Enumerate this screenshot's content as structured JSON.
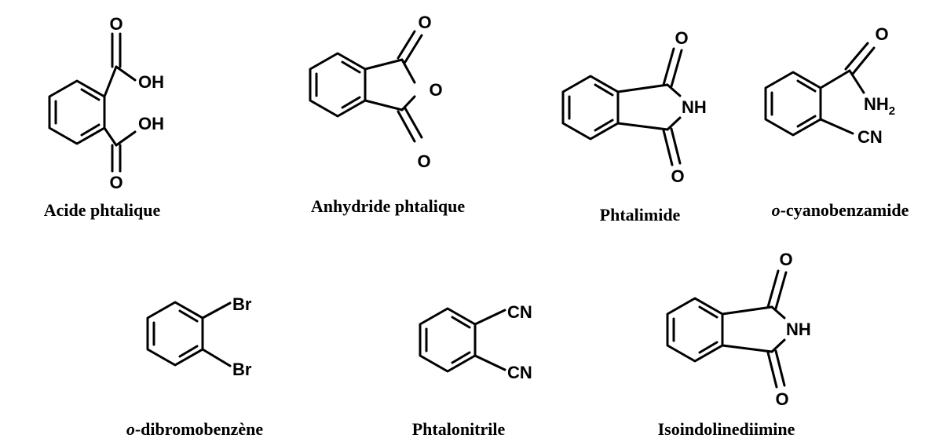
{
  "molecules": [
    {
      "name_parts": [
        {
          "text": "Acide phtalique",
          "italic": false
        }
      ],
      "atoms": {
        "o1": "O",
        "oh1": "OH",
        "oh2": "OH",
        "o2": "O"
      }
    },
    {
      "name_parts": [
        {
          "text": "Anhydride phtalique",
          "italic": false
        }
      ],
      "atoms": {
        "o1": "O",
        "o_ring": "O",
        "o2": "O"
      }
    },
    {
      "name_parts": [
        {
          "text": "Phtalimide",
          "italic": false
        }
      ],
      "atoms": {
        "o1": "O",
        "nh": "NH",
        "o2": "O"
      }
    },
    {
      "name_parts": [
        {
          "text": "o",
          "italic": true
        },
        {
          "text": "-cyanobenzamide",
          "italic": false
        }
      ],
      "atoms": {
        "o1": "O",
        "nh2": "NH",
        "nh2_sub": "2",
        "cn": "CN"
      }
    },
    {
      "name_parts": [
        {
          "text": "o",
          "italic": true
        },
        {
          "text": "-dibromobenzène",
          "italic": false
        }
      ],
      "atoms": {
        "br1": "Br",
        "br2": "Br"
      }
    },
    {
      "name_parts": [
        {
          "text": "Phtalonitrile",
          "italic": false
        }
      ],
      "atoms": {
        "cn1": "CN",
        "cn2": "CN"
      }
    },
    {
      "name_parts": [
        {
          "text": "Isoindolinediimine",
          "italic": false
        }
      ],
      "atoms": {
        "o1": "O",
        "nh": "NH",
        "o2": "O"
      }
    }
  ]
}
